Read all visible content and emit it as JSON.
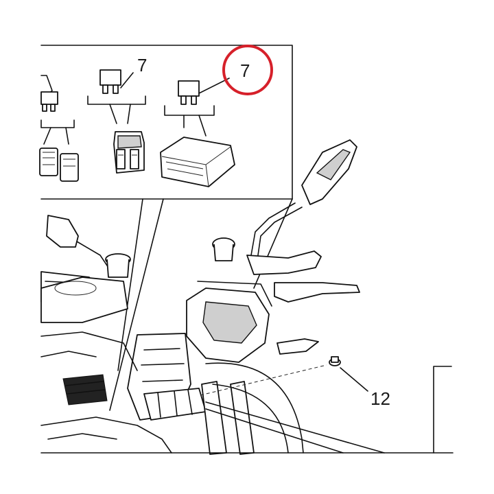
{
  "diagram": {
    "callouts": [
      {
        "id": "fuse-relay",
        "text": "7"
      },
      {
        "id": "fuse-ecu",
        "text": "7"
      },
      {
        "id": "screw",
        "text": "12"
      }
    ],
    "highlight_color": "#d6202a",
    "line_color": "#111111"
  }
}
